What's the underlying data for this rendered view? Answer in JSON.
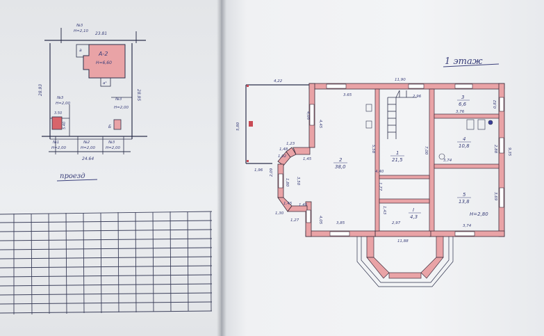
{
  "floor_title": "1 этаж",
  "street_label": "проезд",
  "site_plan": {
    "top_dim": "23.81",
    "right_dim": "28.95",
    "left_dim": "28.93",
    "bottom_dim": "24.64",
    "building_label": "А-2",
    "building_height": "H=6,60",
    "small_a": "а",
    "porch_label": "а¹",
    "plots": [
      {
        "num": "№3",
        "h": "H=2,10"
      },
      {
        "num": "№3",
        "h": "H=2,00"
      },
      {
        "num": "№3",
        "h": "H=2,00"
      },
      {
        "num": "№1",
        "h": "H=2,00"
      },
      {
        "num": "№2",
        "h": "H=2,00"
      },
      {
        "num": "№3",
        "h": "H=2,00"
      }
    ],
    "small_dims": [
      "3.50",
      "5.40"
    ],
    "b_label": "Б"
  },
  "rooms": [
    {
      "num": "1",
      "area": "21,5"
    },
    {
      "num": "2",
      "area": "38,0"
    },
    {
      "num": "3",
      "area": "6,6"
    },
    {
      "num": "4",
      "area": "10,8"
    },
    {
      "num": "5",
      "area": "13,8"
    },
    {
      "num": "I",
      "area": "4,3"
    }
  ],
  "height_note": "H=2,80",
  "dims": {
    "top_total": "11,90",
    "left_top": "4,22",
    "left_side": "5,80",
    "left_bottom": "1,96",
    "d365": "3.65",
    "d296": "2,96",
    "d376": "3,76",
    "d082": "0,82",
    "d288": "2,88",
    "d935": "9,35",
    "d374a": "3,74",
    "d374b": "3,74",
    "d369": "3,69",
    "d700": "7,00",
    "d558": "5,58",
    "d440": "4,40",
    "d177": "1,77",
    "d445a": "4,45",
    "d405": "4,05",
    "d350": "3,50",
    "d385": "3,85",
    "d297": "2,97",
    "d143": "1,43",
    "d1188": "11,88",
    "d123": "1,23",
    "d145a": "1,45",
    "d145b": "1,45",
    "d180": "1,80",
    "d209": "2,09",
    "d145c": "1,45",
    "d127": "1,27",
    "d130": "1,30",
    "d102": "1,02",
    "d405b": "4,05",
    "d148": "1,48"
  }
}
